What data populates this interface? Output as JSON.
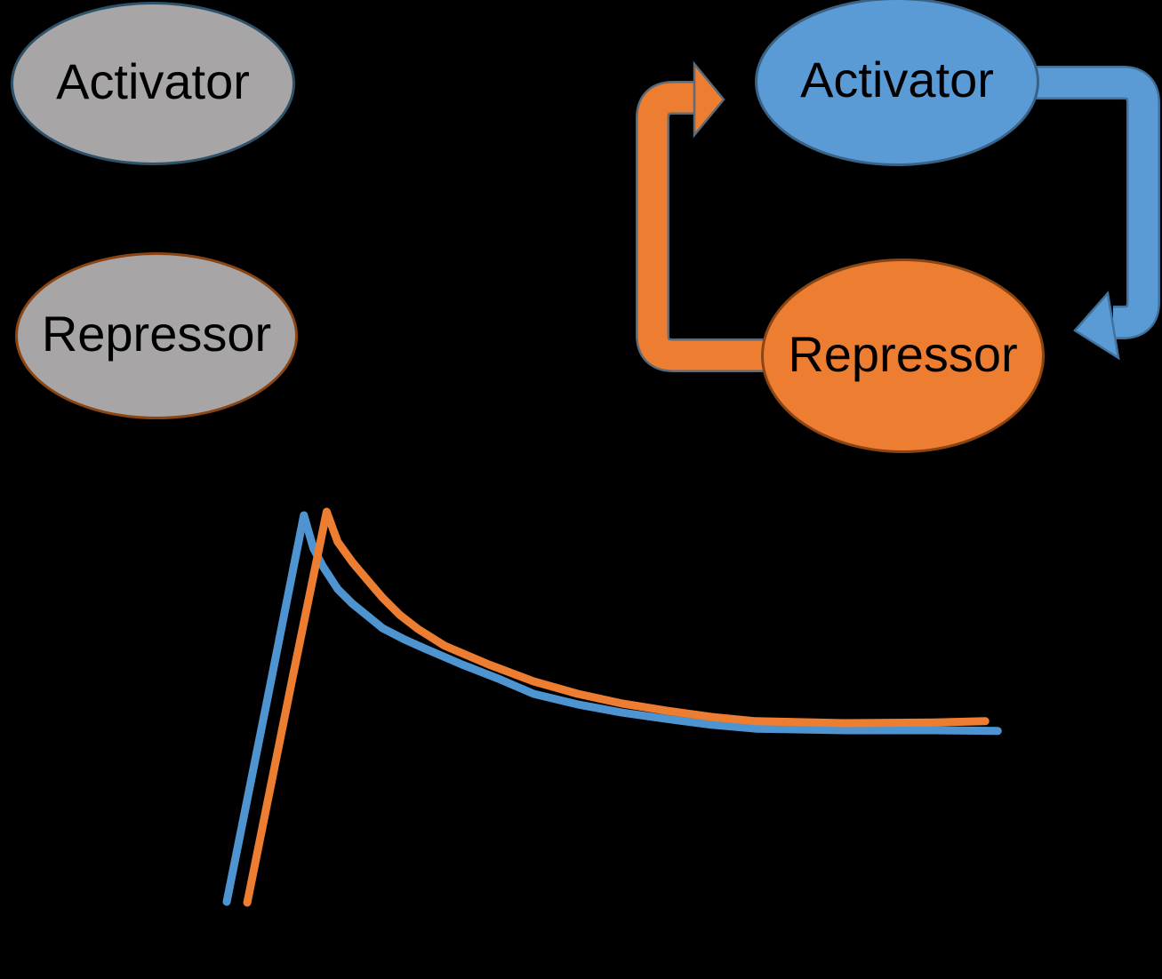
{
  "figure": {
    "background": "#000000",
    "description_labels": {
      "activator": "Activator",
      "repressor": "Repressor"
    },
    "left_panel": {
      "nodes": [
        {
          "label": "Activator",
          "fill": "#A7A5A5",
          "border": "#2E5269"
        },
        {
          "label": "Repressor",
          "fill": "#A7A5A5",
          "border": "#8B4513"
        }
      ]
    },
    "right_panel": {
      "nodes": [
        {
          "label": "Activator",
          "fill": "#5B9BD5",
          "border": "#3A6286"
        },
        {
          "label": "Repressor",
          "fill": "#ED7D31",
          "border": "#8B4513"
        }
      ],
      "arrows": [
        {
          "name": "repressor-to-activator",
          "color": "#ED7D31",
          "outline": "#5A6B7A"
        },
        {
          "name": "activator-to-repressor",
          "color": "#5B9BD5",
          "outline": "#41719C"
        }
      ]
    }
  },
  "chart_data": {
    "type": "line",
    "title": "",
    "xlabel": "",
    "ylabel": "",
    "xlim": [
      0,
      100
    ],
    "ylim": [
      0,
      1.05
    ],
    "grid": false,
    "legend_visible": false,
    "axes_visible": false,
    "series": [
      {
        "name": "Activator",
        "color": "#4D94D0",
        "x": [
          1.7,
          6.8,
          11.5,
          12.7,
          13.9,
          15.8,
          17.7,
          19.8,
          21.5,
          24.3,
          27.1,
          31.6,
          36.2,
          40.7,
          46.3,
          52.0,
          57.6,
          63.3,
          68.9,
          80.2,
          91.5,
          99.7
        ],
        "y": [
          0.002,
          0.514,
          0.991,
          0.907,
          0.861,
          0.802,
          0.764,
          0.73,
          0.702,
          0.673,
          0.648,
          0.609,
          0.573,
          0.534,
          0.507,
          0.486,
          0.47,
          0.455,
          0.445,
          0.441,
          0.441,
          0.439
        ]
      },
      {
        "name": "Repressor",
        "color": "#ED7D31",
        "x": [
          4.3,
          10.2,
          14.4,
          15.8,
          17.7,
          19.8,
          21.5,
          23.7,
          26.0,
          29.4,
          35.0,
          40.7,
          46.3,
          52.0,
          57.6,
          63.3,
          68.9,
          80.2,
          91.5,
          98.1
        ],
        "y": [
          0.0,
          0.589,
          1.0,
          0.923,
          0.87,
          0.82,
          0.78,
          0.736,
          0.7,
          0.657,
          0.609,
          0.566,
          0.534,
          0.509,
          0.491,
          0.475,
          0.464,
          0.459,
          0.461,
          0.464
        ]
      }
    ]
  }
}
